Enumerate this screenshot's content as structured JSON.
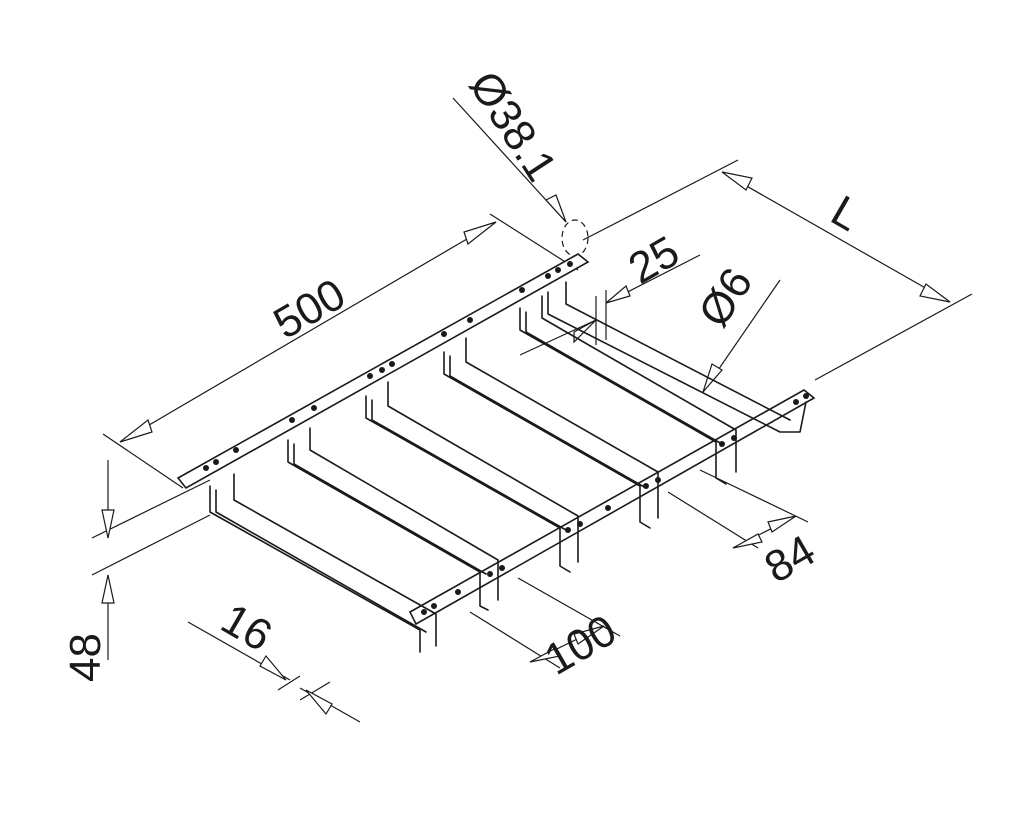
{
  "dimensions": {
    "length_500": "500",
    "diameter_38": "Ø38.1",
    "spacing_25": "25",
    "length_L": "L",
    "diameter_6": "Ø6",
    "height_48": "48",
    "width_16": "16",
    "pitch_84": "84",
    "pitch_100": "100"
  }
}
